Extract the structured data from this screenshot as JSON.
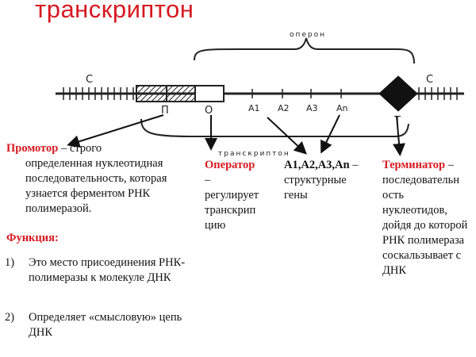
{
  "title": "транскриптон",
  "diagram": {
    "operon_label": "оперон",
    "transcripton_label": "транскриптон",
    "end_left": "С",
    "end_right": "С",
    "labels": {
      "p": "П",
      "o": "О",
      "a1": "A1",
      "a2": "A2",
      "a3": "A3",
      "an": "An",
      "t": "Т"
    }
  },
  "promoter": {
    "term": "Промотор",
    "desc_first": " – строго",
    "desc_rest": "определенная нуклеотидная последовательность, которая узнается ферментом РНК полимеразой."
  },
  "function": {
    "heading": "Функция:",
    "items": [
      {
        "num": "1)",
        "text": "Это место присоединения РНК-полимеразы к молекуле ДНК"
      },
      {
        "num": "2)",
        "text": "Определяет «смысловую» цепь ДНК"
      }
    ]
  },
  "operator": {
    "term": "Оператор",
    "dash": "–",
    "desc": "регулирует транскрип цию"
  },
  "genes": {
    "term": "A1,A2,A3,An",
    "dash": " –",
    "desc": "структурные гены"
  },
  "terminator": {
    "term": "Терминатор",
    "dash": " –",
    "desc": "последовательн ость нуклеотидов, дойдя до которой РНК полимераза соскальзывает с ДНК"
  }
}
